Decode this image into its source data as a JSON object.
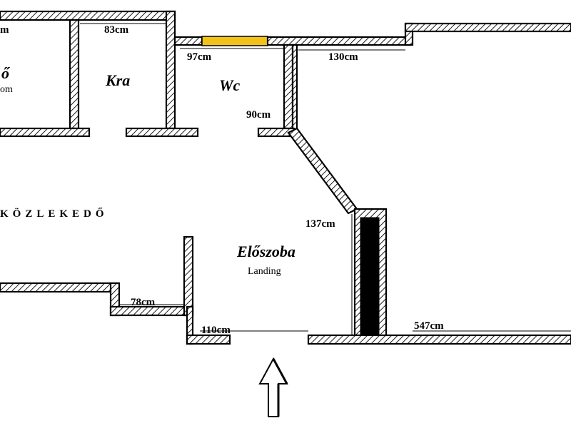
{
  "dimensions": {
    "d_left_top": "m",
    "d_83": "83cm",
    "d_97": "97cm",
    "d_130": "130cm",
    "d_90": "90cm",
    "d_137": "137cm",
    "d_78": "78cm",
    "d_110": "110cm",
    "d_547": "547cm"
  },
  "rooms": {
    "left_partial": "ő",
    "left_partial_sub": "om",
    "kra": "Kra",
    "wc": "Wc",
    "eloszoba": "Előszoba",
    "eloszoba_sub": "Landing",
    "corridor": "KÖZLEKEDŐ"
  },
  "colors": {
    "window": "#f2c21b",
    "chimney": "#000000",
    "hatch": "#000000"
  },
  "icons": {
    "entrance": "up-arrow-icon"
  }
}
